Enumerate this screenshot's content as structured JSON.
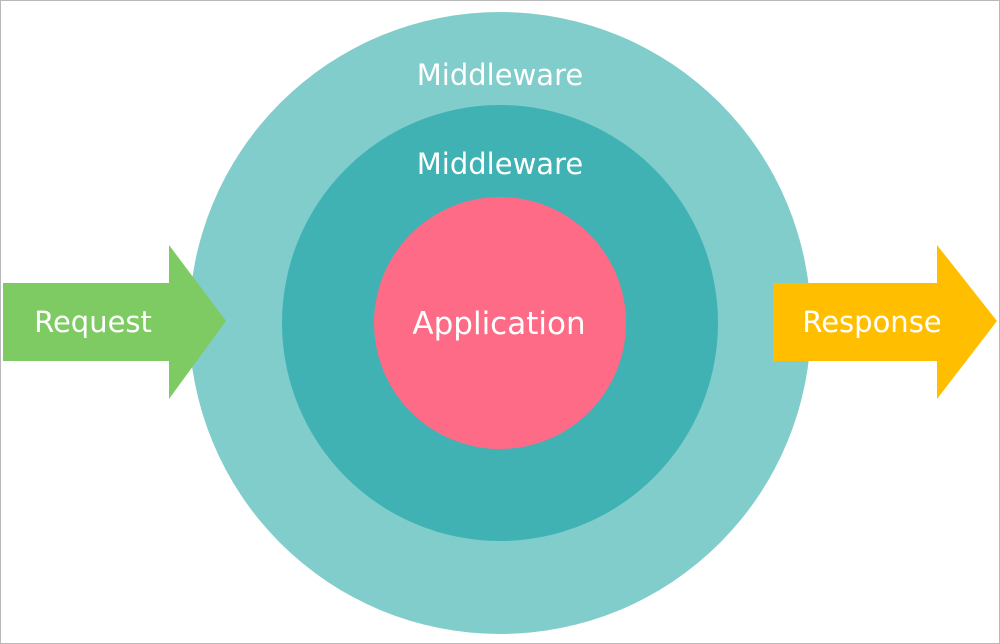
{
  "diagram": {
    "outer_layer_label": "Middleware",
    "inner_layer_label": "Middleware",
    "core_label": "Application",
    "input_arrow_label": "Request",
    "output_arrow_label": "Response"
  },
  "colors": {
    "outer_layer": "#80cdcb",
    "inner_layer": "#40b2b4",
    "core": "#fd6b86",
    "input_arrow": "#7ecb63",
    "output_arrow": "#ffbf00",
    "text": "#ffffff",
    "frame_border": "#b8b8b8"
  }
}
